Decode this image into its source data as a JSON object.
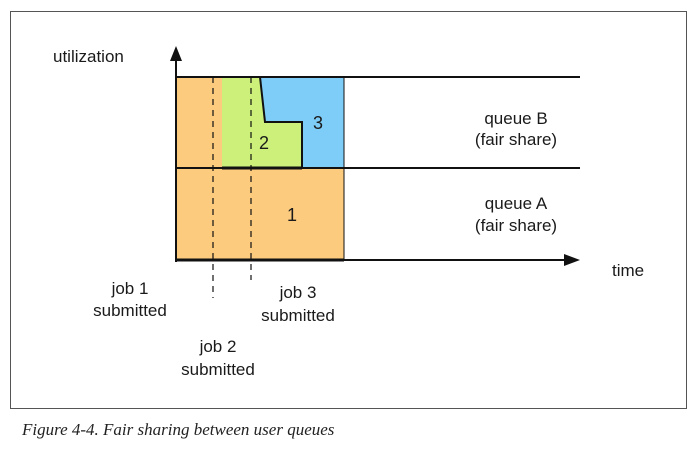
{
  "axes": {
    "y_label": "utilization",
    "x_label": "time"
  },
  "queues": [
    {
      "name_line1": "queue B",
      "name_line2": "(fair share)"
    },
    {
      "name_line1": "queue A",
      "name_line2": "(fair share)"
    }
  ],
  "jobs": [
    {
      "number": "1",
      "event_line1": "job 1",
      "event_line2": "submitted",
      "color": "#FCCB7E"
    },
    {
      "number": "2",
      "event_line1": "job 2",
      "event_line2": "submitted",
      "color": "#CCF07A"
    },
    {
      "number": "3",
      "event_line1": "job 3",
      "event_line2": "submitted",
      "color": "#7ECDF8"
    }
  ],
  "caption": "Figure 4-4. Fair sharing between user queues"
}
